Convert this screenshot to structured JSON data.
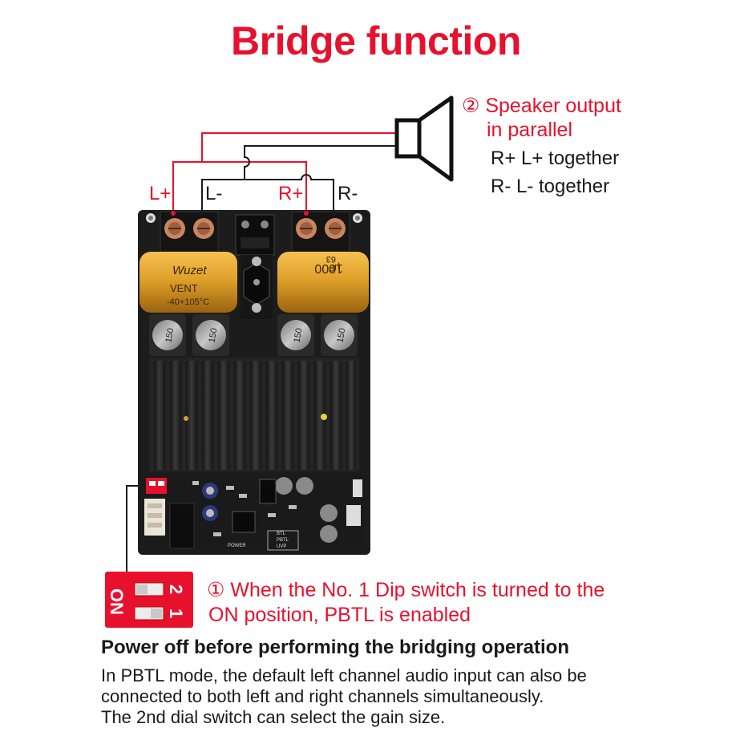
{
  "title": "Bridge function",
  "speaker": {
    "line1": "② Speaker output",
    "line2": "in parallel",
    "together1": "R+ L+ together",
    "together2": "R- L- together"
  },
  "terminals": {
    "l_plus": "L+",
    "l_minus": "L-",
    "r_plus": "R+",
    "r_minus": "R-"
  },
  "board": {
    "cap_left_text": "Wuzet",
    "cap_left_sub": "VENT",
    "cap_left_temp": "-40+105°C",
    "cap_right_text": "1000",
    "cap_right_unit": "μF",
    "cap_right_volt": "63",
    "inductor_value": "150",
    "silk_btl": "BTL",
    "silk_pbtl": "PBTL",
    "silk_uvp": "UVP",
    "silk_power": "POWER"
  },
  "dip_switch": {
    "on": "ON",
    "n1": "1",
    "n2": "2"
  },
  "switch_note": {
    "line1": "① When the No. 1 Dip switch is turned to the",
    "line2": "ON position, PBTL is enabled"
  },
  "power_note": "Power off before performing the bridging operation",
  "description": {
    "line1": "In PBTL mode, the default left channel audio input can also be",
    "line2": "connected to both left and right channels simultaneously.",
    "line3": "The 2nd dial switch can select the gain size."
  },
  "colors": {
    "accent": "#e8112d",
    "board": "#1c1c1c",
    "heatsink": "#242424",
    "capacitor": "#e0a12a"
  }
}
